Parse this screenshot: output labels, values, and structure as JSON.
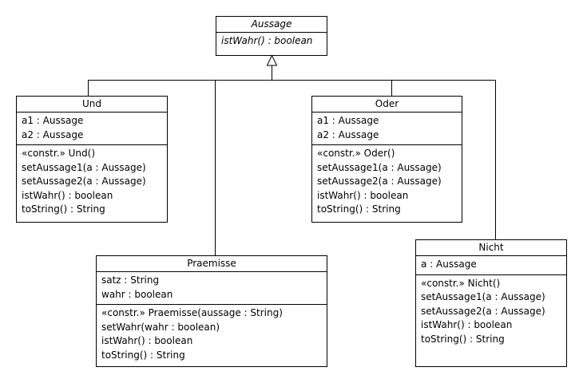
{
  "classes": {
    "aussage": {
      "name": "Aussage",
      "operations": [
        "istWahr() : boolean"
      ]
    },
    "und": {
      "name": "Und",
      "attributes": [
        "a1 : Aussage",
        "a2 : Aussage"
      ],
      "operations": [
        "«constr.» Und()",
        "setAussage1(a : Aussage)",
        "setAussage2(a : Aussage)",
        "istWahr() : boolean",
        "toString() : String"
      ]
    },
    "oder": {
      "name": "Oder",
      "attributes": [
        "a1 : Aussage",
        "a2 : Aussage"
      ],
      "operations": [
        "«constr.» Oder()",
        "setAussage1(a : Aussage)",
        "setAussage2(a : Aussage)",
        "istWahr() : boolean",
        "toString() : String"
      ]
    },
    "praemisse": {
      "name": "Praemisse",
      "attributes": [
        "satz : String",
        "wahr : boolean"
      ],
      "operations": [
        "«constr.» Praemisse(aussage : String)",
        "setWahr(wahr : boolean)",
        "istWahr() : boolean",
        "toString() : String"
      ]
    },
    "nicht": {
      "name": "Nicht",
      "attributes": [
        "a : Aussage"
      ],
      "operations": [
        "«constr.» Nicht()",
        "setAussage1(a : Aussage)",
        "setAussage2(a : Aussage)",
        "istWahr() : boolean",
        "toString() : String"
      ]
    }
  },
  "relations": [
    {
      "type": "generalization",
      "from": "Und",
      "to": "Aussage"
    },
    {
      "type": "generalization",
      "from": "Praemisse",
      "to": "Aussage"
    },
    {
      "type": "generalization",
      "from": "Oder",
      "to": "Aussage"
    },
    {
      "type": "generalization",
      "from": "Nicht",
      "to": "Aussage"
    }
  ]
}
